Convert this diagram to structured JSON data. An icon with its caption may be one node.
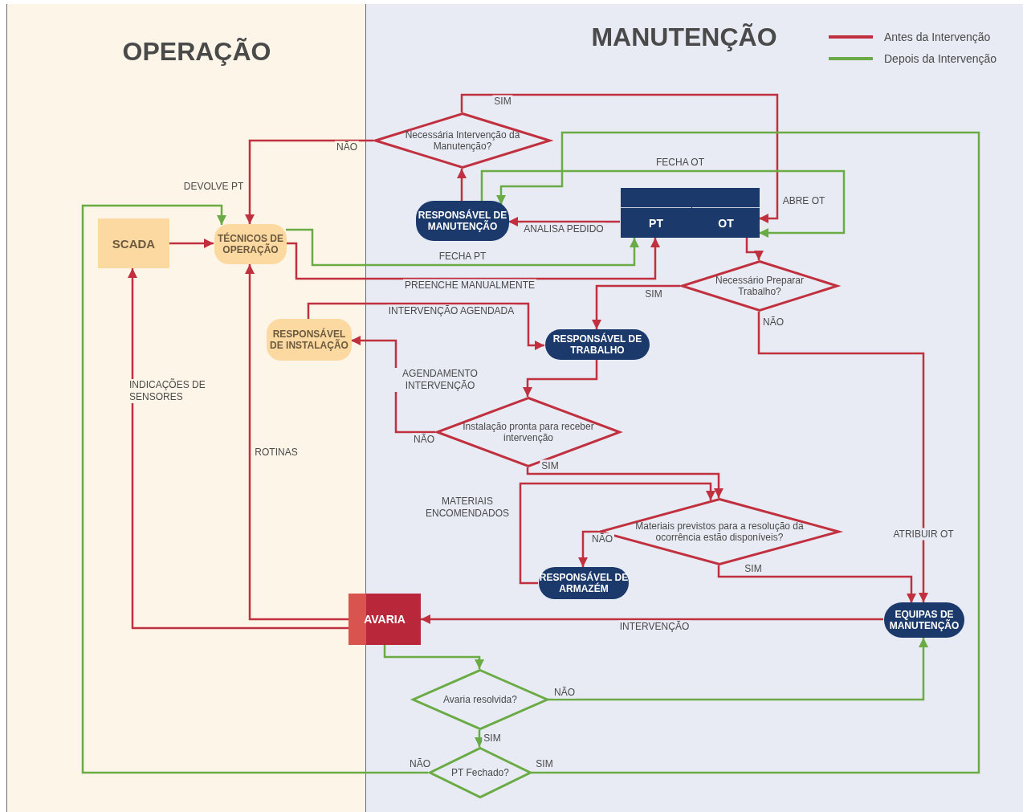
{
  "diagram": {
    "nodes": [
      {
        "text": [
          "OPERAÇÃO"
        ]
      },
      {
        "text": [
          "MANUTENÇÃO"
        ]
      },
      {
        "text": [
          "Necessária Intervenção da Manutenção?"
        ],
        "in": 1
      },
      {
        "text": [
          "RESPONSÁVEL DE MANUTENÇÃO"
        ],
        "in": 1
      },
      {
        "text": [],
        "shape": "box",
        "in": 1
      },
      {
        "text": [
          "PT"
        ],
        "in": 4
      },
      {
        "text": [
          "OT"
        ],
        "in": 4
      },
      {
        "text": [
          "SCADA"
        ],
        "in": 0
      },
      {
        "text": [
          "TÉCNICOS DE OPERAÇÃO"
        ],
        "in": 0
      },
      {
        "text": [
          "Necessário Preparar Trabalho?"
        ],
        "in": 1
      },
      {
        "text": [
          "RESPONSÁVEL DE INSTALAÇÃO"
        ],
        "in": 0
      },
      {
        "text": [
          "RESPONSÁVEL DE TRABALHO"
        ],
        "in": 1
      },
      {
        "text": [
          "Instalação pronta para receber intervenção"
        ],
        "in": 1
      },
      {
        "text": [
          "Materiais previstos para a resolução da ocorrência estão disponíveis?"
        ],
        "in": 1
      },
      {
        "text": [
          "RESPONSÁVEL DE ARMAZÉM"
        ],
        "in": 1
      },
      {
        "text": [
          "AVARIA"
        ]
      },
      {
        "text": [
          "EQUIPAS DE MANUTENÇÃO"
        ],
        "in": 1
      },
      {
        "text": [
          "Avaria resolvida?"
        ],
        "in": 1
      },
      {
        "text": [
          "PT Fechado?"
        ],
        "in": 1
      }
    ],
    "edges": [
      {
        "from": 2,
        "to": 6,
        "arrow": "to",
        "label": "SIM"
      },
      {
        "from": 2,
        "to": 8,
        "arrow": "to",
        "label": "NÃO"
      },
      {
        "from": 3,
        "to": 2,
        "arrow": "to"
      },
      {
        "from": 5,
        "to": 3,
        "arrow": "to",
        "label": "ANALISA PEDIDO"
      },
      {
        "from": 7,
        "to": 8,
        "arrow": "to"
      },
      {
        "from": 8,
        "to": 5,
        "arrow": "to",
        "label": "PREENCHE MANUALMENTE"
      },
      {
        "from": 6,
        "to": 9,
        "arrow": "to"
      },
      {
        "from": 9,
        "to": 11,
        "arrow": "to",
        "label": "SIM"
      },
      {
        "from": 9,
        "to": 16,
        "arrow": "to",
        "label": "NÃO"
      },
      {
        "from": 10,
        "to": 11,
        "arrow": "to",
        "label": "INTERVENÇÃO AGENDADA"
      },
      {
        "from": 11,
        "to": 12,
        "arrow": "to"
      },
      {
        "from": 12,
        "to": 10,
        "arrow": "to",
        "label": "NÃO"
      },
      {
        "from": 12,
        "to": 13,
        "arrow": "to",
        "label": "SIM"
      },
      {
        "from": 13,
        "to": 14,
        "arrow": "to",
        "label": "NÃO"
      },
      {
        "from": 14,
        "to": 13,
        "arrow": "to",
        "label": "MATERIAIS ENCOMENDADOS"
      },
      {
        "from": 13,
        "to": 16,
        "arrow": "to",
        "label": "SIM"
      },
      {
        "from": 16,
        "to": 15,
        "arrow": "to",
        "label": "INTERVENÇÃO"
      },
      {
        "from": 15,
        "to": 7,
        "arrow": "to",
        "label": "INDICAÇÕES DE SENSORES"
      },
      {
        "from": 15,
        "to": 8,
        "arrow": "to",
        "label": "ROTINAS"
      },
      {
        "from": 8,
        "to": 5,
        "arrow": "to",
        "label": "FECHA PT",
        "color": "#6aab45"
      },
      {
        "from": 3,
        "to": 6,
        "arrow": "to",
        "label": "FECHA OT",
        "color": "#6aab45"
      },
      {
        "from": 15,
        "to": 17,
        "arrow": "to",
        "color": "#6aab45"
      },
      {
        "from": 17,
        "to": 16,
        "arrow": "to",
        "label": "NÃO",
        "color": "#6aab45"
      },
      {
        "from": 17,
        "to": 18,
        "arrow": "to",
        "label": "SIM",
        "color": "#6aab45"
      },
      {
        "from": 18,
        "to": 8,
        "arrow": "to",
        "label": "NÃO",
        "color": "#6aab45"
      },
      {
        "from": 18,
        "to": 3,
        "arrow": "to",
        "label": "SIM",
        "color": "#6aab45"
      }
    ],
    "labels": [
      "DEVOLVE PT",
      "ABRE OT",
      "AGENDAMENTO INTERVENÇÃO",
      "ATRIBUIR OT"
    ],
    "legend": [
      {
        "text": "Antes da Intervenção",
        "color": "#c0303e"
      },
      {
        "text": "Depois da Intervenção",
        "color": "#6aab45"
      }
    ]
  }
}
